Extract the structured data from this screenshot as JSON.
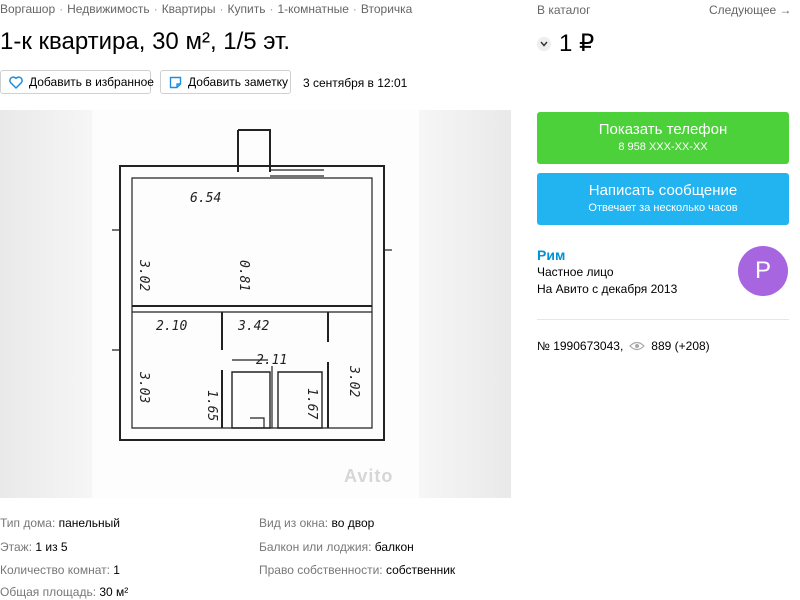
{
  "breadcrumbs": [
    "Воргашор",
    "Недвижимость",
    "Квартиры",
    "Купить",
    "1-комнатные",
    "Вторичка"
  ],
  "breadcrumb_sep": "·",
  "title": "1-к квартира, 30 м², 1/5 эт.",
  "nav": {
    "catalog": "В каталог",
    "next": "Следующее →"
  },
  "price": "1 ₽",
  "actions": {
    "favorite": "Добавить в избранное",
    "note": "Добавить заметку"
  },
  "posted_date": "3 сентября в 12:01",
  "gallery": {
    "watermark": "Avito"
  },
  "plan_labels": [
    "6.54",
    "0.81",
    "3.02",
    "2.10",
    "3.42",
    "2.11",
    "3.03",
    "1.65",
    "1.67",
    "3.02"
  ],
  "contact": {
    "phone_label": "Показать телефон",
    "phone_masked": "8 958 XXX-XX-XX",
    "message_label": "Написать сообщение",
    "message_sub": "Отвечает за несколько часов"
  },
  "seller": {
    "name": "Рим",
    "type": "Частное лицо",
    "since": "На Авито с декабря 2013",
    "avatar_letter": "Р",
    "avatar_color": "#a765e0"
  },
  "ad": {
    "number": "№ 1990673043,",
    "views": "889 (+208)"
  },
  "params_left": [
    {
      "key": "Тип дома:",
      "value": "панельный"
    },
    {
      "key": "Этаж:",
      "value": "1 из 5"
    },
    {
      "key": "Количество комнат:",
      "value": "1"
    },
    {
      "key": "Общая площадь:",
      "value": "30 м²"
    }
  ],
  "params_right": [
    {
      "key": "Вид из окна:",
      "value": "во двор"
    },
    {
      "key": "Балкон или лоджия:",
      "value": "балкон"
    },
    {
      "key": "Право собственности:",
      "value": "собственник"
    }
  ],
  "colors": {
    "phone_button": "#4dd13b",
    "message_button": "#22b4f0",
    "seller_link": "#0091d9"
  }
}
